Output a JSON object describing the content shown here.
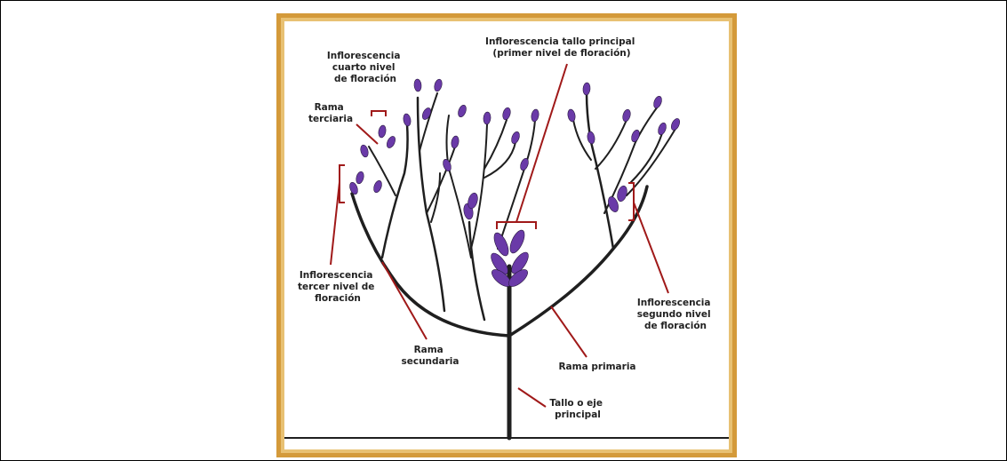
{
  "colors": {
    "frame_outer": "#d49a3a",
    "frame_inner": "#e8c173",
    "background": "#ffffff",
    "branch": "#1f1f1f",
    "callout": "#a01919",
    "bud": "#6a3aa8",
    "bud_highlight": "#a983dd"
  },
  "labels": {
    "main_inflorescence": [
      "Inflorescencia tallo principal",
      "(primer nivel de floración)"
    ],
    "fourth_level": [
      "Inflorescencia",
      "cuarto nivel",
      "de floración"
    ],
    "tertiary_branch": [
      "Rama",
      "terciaria"
    ],
    "third_level": [
      "Inflorescencia",
      "tercer nivel de",
      "floración"
    ],
    "secondary_branch": [
      "Rama",
      "secundaria"
    ],
    "primary_branch": [
      "Rama primaria"
    ],
    "second_level": [
      "Inflorescencia",
      "segundo nivel",
      "de floración"
    ],
    "main_stem": [
      "Tallo o eje",
      "principal"
    ]
  }
}
